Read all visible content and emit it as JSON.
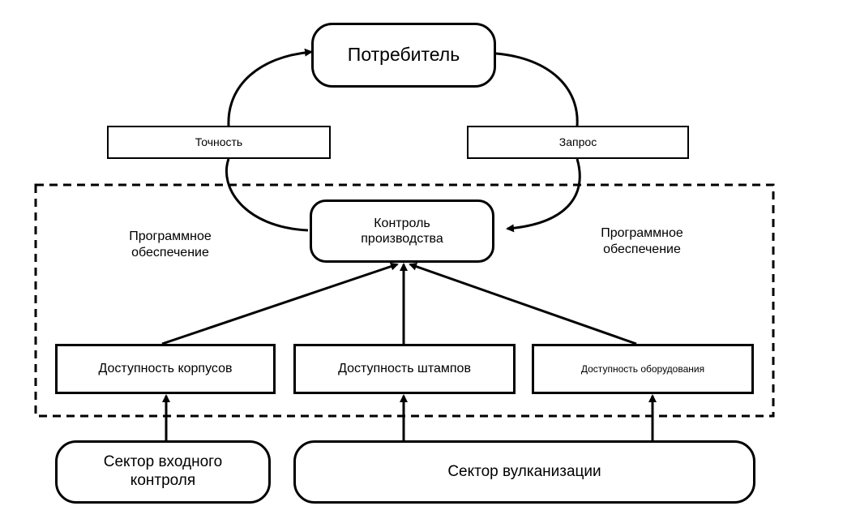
{
  "nodes": {
    "consumer": "Потребитель",
    "accuracy": "Точность",
    "request": "Запрос",
    "production_control": "Контроль\nпроизводства",
    "software_left": "Программное\nобеспечение",
    "software_right": "Программное\nобеспечение",
    "availability_casings": "Доступность корпусов",
    "availability_molds": "Доступность штампов",
    "availability_equipment": "Доступность оборудования",
    "input_control_sector": "Сектор входного\nконтроля",
    "vulcanization_sector": "Сектор вулканизации"
  },
  "colors": {
    "stroke": "#000000",
    "background": "#ffffff"
  }
}
